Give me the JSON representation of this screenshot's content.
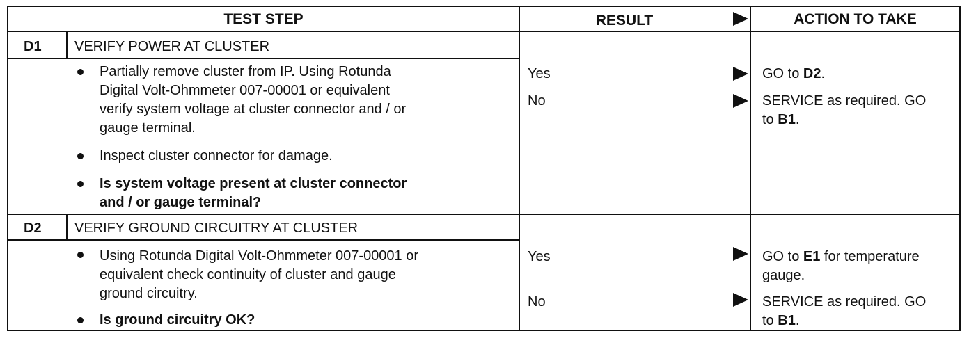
{
  "header": {
    "test_step": "TEST STEP",
    "result": "RESULT",
    "action_to_take": "ACTION TO TAKE"
  },
  "steps": [
    {
      "id": "D1",
      "title": "VERIFY POWER AT CLUSTER",
      "bullets": [
        {
          "lines": [
            "Partially remove cluster from IP. Using Rotunda",
            "Digital Volt-Ohmmeter 007-00001 or equivalent",
            "verify system voltage at cluster connector and / or",
            "gauge terminal."
          ],
          "bold": false
        },
        {
          "lines": [
            "Inspect cluster connector for damage."
          ],
          "bold": false
        },
        {
          "lines": [
            "Is system voltage present at cluster connector",
            "and / or gauge terminal?"
          ],
          "bold": true
        }
      ],
      "results": [
        {
          "result": "Yes",
          "action_pre": "GO to ",
          "action_ref": "D2",
          "action_post": ".",
          "action_line2_pre": "",
          "action_line2_ref": "",
          "action_line2_post": ""
        },
        {
          "result": "No",
          "action_pre": "SERVICE as required. GO",
          "action_ref": "",
          "action_post": "",
          "action_line2_pre": "to ",
          "action_line2_ref": "B1",
          "action_line2_post": "."
        }
      ]
    },
    {
      "id": "D2",
      "title": "VERIFY GROUND CIRCUITRY AT CLUSTER",
      "bullets": [
        {
          "lines": [
            "Using Rotunda Digital Volt-Ohmmeter 007-00001 or",
            "equivalent check continuity of cluster and gauge",
            "ground circuitry."
          ],
          "bold": false
        },
        {
          "lines": [
            "Is ground circuitry OK?"
          ],
          "bold": true
        }
      ],
      "results": [
        {
          "result": "Yes",
          "action_pre": "GO to ",
          "action_ref": "E1",
          "action_post": " for temperature",
          "action_line2_pre": "gauge.",
          "action_line2_ref": "",
          "action_line2_post": ""
        },
        {
          "result": "No",
          "action_pre": "SERVICE as required. GO",
          "action_ref": "",
          "action_post": "",
          "action_line2_pre": "to ",
          "action_line2_ref": "B1",
          "action_line2_post": "."
        }
      ]
    }
  ]
}
